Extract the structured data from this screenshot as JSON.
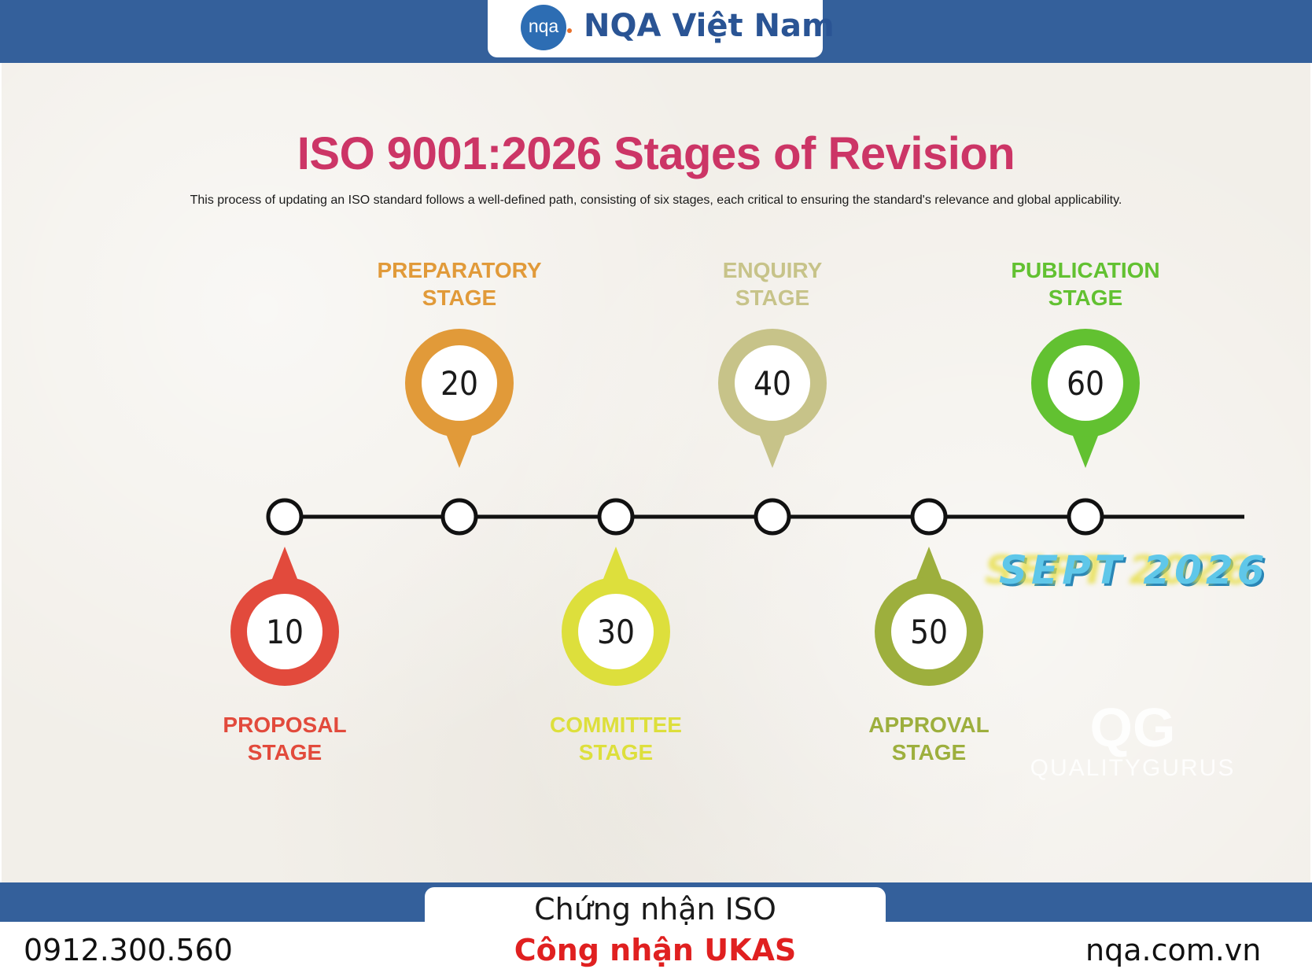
{
  "header": {
    "logo_text": "nqa",
    "brand_name": "NQA Việt Nam",
    "band_color": "#34609b"
  },
  "content": {
    "title": "ISO 9001:2026 Stages of Revision",
    "subtitle": "This process of updating an ISO standard follows a well-defined path, consisting of six stages, each critical to ensuring the standard's relevance and global applicability.",
    "title_color": "#cc3566"
  },
  "timeline": {
    "stages": [
      {
        "number": "10",
        "label_line1": "PROPOSAL",
        "label_line2": "STAGE",
        "color": "#e24a3c",
        "position": "below"
      },
      {
        "number": "20",
        "label_line1": "PREPARATORY",
        "label_line2": "STAGE",
        "color": "#e19a39",
        "position": "above"
      },
      {
        "number": "30",
        "label_line1": "COMMITTEE",
        "label_line2": "STAGE",
        "color": "#dddf3c",
        "position": "below"
      },
      {
        "number": "40",
        "label_line1": "ENQUIRY",
        "label_line2": "STAGE",
        "color": "#c7c389",
        "position": "above"
      },
      {
        "number": "50",
        "label_line1": "APPROVAL",
        "label_line2": "STAGE",
        "color": "#9daf3d",
        "position": "below"
      },
      {
        "number": "60",
        "label_line1": "PUBLICATION",
        "label_line2": "STAGE",
        "color": "#62c131",
        "position": "above"
      }
    ],
    "publication_date": "SEPT 2026"
  },
  "watermark": {
    "icon": "QG",
    "text": "QUALITYGURUS"
  },
  "footer": {
    "phone": "0912.300.560",
    "cert_line": "Chứng nhận ISO",
    "ukas_line": "Công nhận UKAS",
    "website": "nqa.com.vn"
  }
}
